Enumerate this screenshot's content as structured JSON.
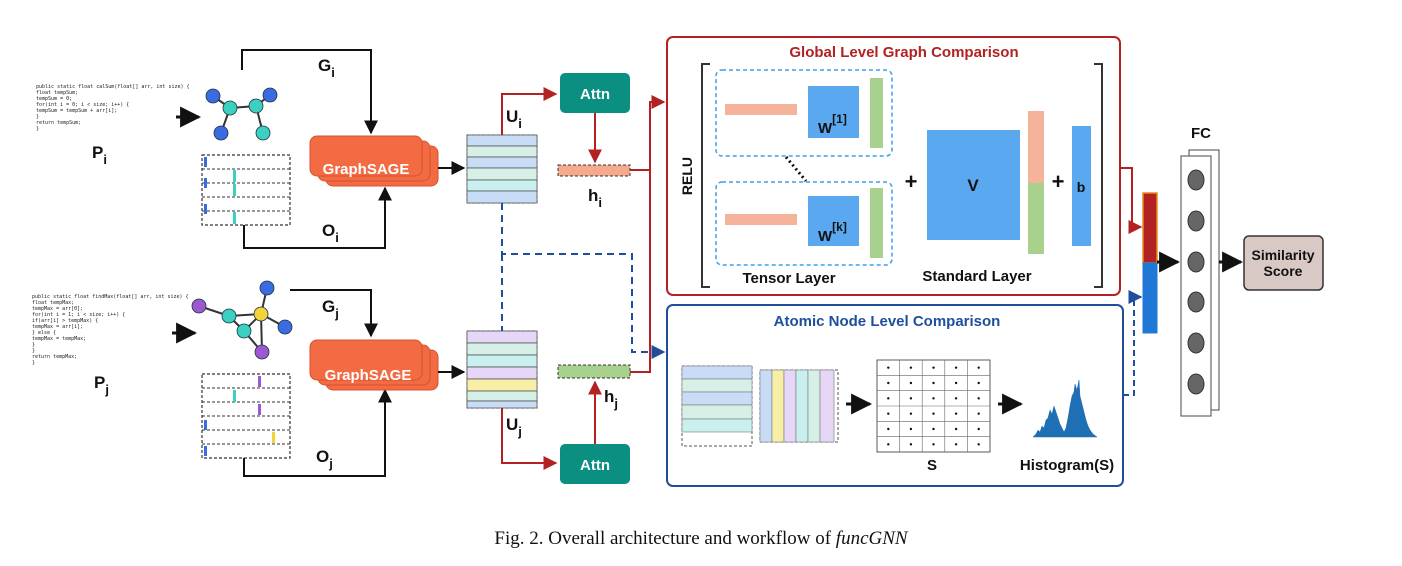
{
  "colors": {
    "global_red": "#b22222",
    "atomic_blue": "#1f4e9c",
    "graphsage": "#f26b43",
    "attn": "#0b8f80",
    "tensor_blue": "#5aa9f0",
    "salmon": "#f4b39a",
    "green": "#a9d18e",
    "node_teal": "#3ad1c0",
    "node_blue": "#3b6be0",
    "node_purple": "#9b59d0",
    "node_yellow": "#f2d33a",
    "similarity_bg": "#d9c9c4"
  },
  "left": {
    "code_i": [
      "public static float calSum(float[] arr, int size) {",
      "        float tempSum;",
      "        tempSum = 0;",
      "        for(int i = 0; i < size; i++) {",
      "                tempSum = tempSum + arr[i];",
      "        }",
      "        return tempSum;",
      "}"
    ],
    "code_j": [
      "public static float findMax(float[] arr, int size) {",
      "        float tempMax;",
      "        tempMax = arr[0];",
      "        for(int i = 1; i < size; i++) {",
      "                if(arr[i] > tempMax) {",
      "                        tempMax = arr[i];",
      "                } else {",
      "                        tempMax = tempMax;",
      "                }",
      "        }",
      "        return tempMax;",
      "}"
    ],
    "p_i": {
      "base": "P",
      "sub": "i"
    },
    "p_j": {
      "base": "P",
      "sub": "j"
    },
    "g_i": {
      "base": "G",
      "sub": "i"
    },
    "g_j": {
      "base": "G",
      "sub": "j"
    },
    "o_i": {
      "base": "O",
      "sub": "i"
    },
    "o_j": {
      "base": "O",
      "sub": "j"
    },
    "graphsage_top": "GraphSAGE",
    "graphsage_bottom": "GraphSAGE"
  },
  "middle": {
    "u_i": {
      "base": "U",
      "sub": "i"
    },
    "u_j": {
      "base": "U",
      "sub": "j"
    },
    "attn_top": "Attn",
    "attn_bottom": "Attn",
    "h_i": {
      "base": "h",
      "sub": "i"
    },
    "h_j": {
      "base": "h",
      "sub": "j"
    }
  },
  "global_panel": {
    "title": "Global Level Graph Comparison",
    "relu": "RELU",
    "w1": {
      "base": "W",
      "sup": "[1]"
    },
    "wk": {
      "base": "W",
      "sup": "[k]"
    },
    "tensor_layer": "Tensor Layer",
    "standard_layer": "Standard Layer",
    "plus_1": "+",
    "plus_2": "+",
    "v": "V",
    "b": "b"
  },
  "atomic_panel": {
    "title": "Atomic Node Level Comparison",
    "s_label": "S",
    "histogram_label": "Histogram(S)"
  },
  "right": {
    "fc": "FC",
    "similarity": [
      "Similarity",
      "Score"
    ]
  },
  "caption": {
    "prefix": "Fig. 2.  Overall architecture and workflow of ",
    "emph": "funcGNN"
  }
}
